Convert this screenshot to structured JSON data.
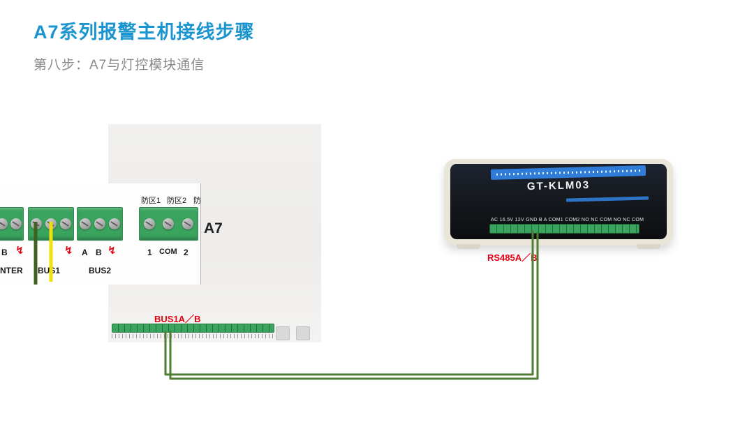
{
  "header": {
    "title": "A7系列报警主机接线步骤",
    "subtitle": "第八步：A7与灯控模块通信"
  },
  "board": {
    "model_label": "A7",
    "zone_label_1": "防区1",
    "zone_label_2": "防区2",
    "zone_label_3": "防",
    "zone_pin_1": "1",
    "zone_pin_com": "COM",
    "zone_pin_2": "2",
    "label_b": "B",
    "label_nter": "NTER",
    "label_bus1": "BUS1",
    "label_a": "A",
    "label_b2": "B",
    "label_bus2": "BUS2",
    "bus_wire_label": "BUS1A／B",
    "hazard_glyph": "↯"
  },
  "module": {
    "model": "GT-KLM03",
    "port_label": "RS485A／B",
    "terminal_labels": "AC 16.5V 12V GND  B  A  COM1    COM2   NO NC COM NO NC COM"
  },
  "colors": {
    "accent": "#1b95cf",
    "subtitle": "#898989",
    "red": "#e60012",
    "terminal-green": "#3aa45e",
    "terminal-green-dark": "#2e8c4c",
    "wire-green": "#4e7d33",
    "wire-dark-green": "#41611f",
    "wire-yellow": "#f0e10c",
    "module-body": "#e9e5d9",
    "module-face": "#16191e",
    "module-blue": "#2f7dd8"
  }
}
